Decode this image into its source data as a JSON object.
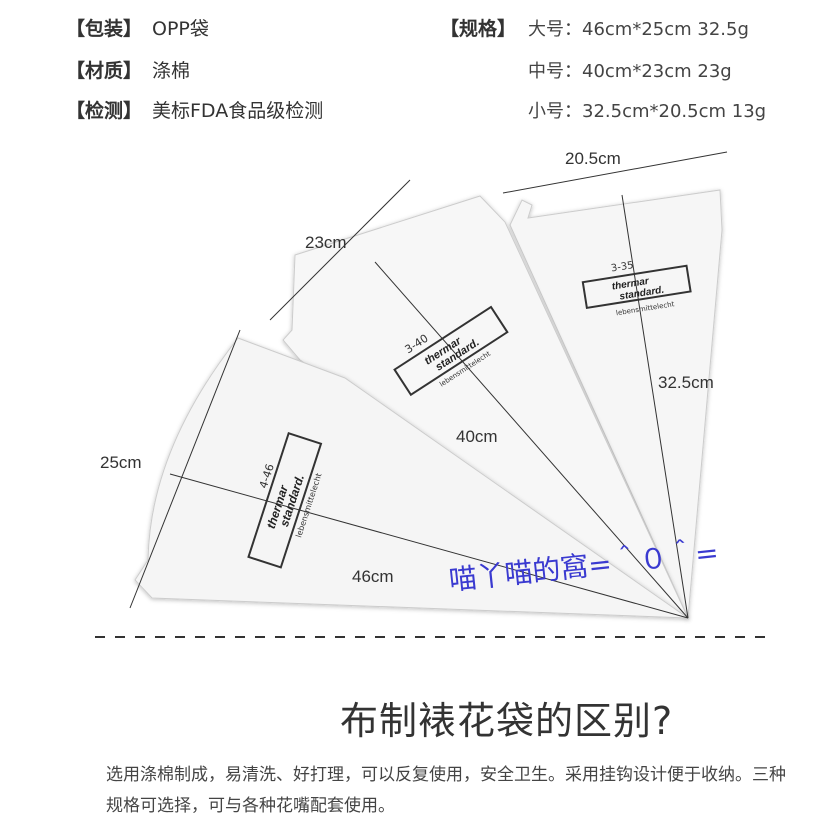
{
  "info": [
    {
      "label": "【包装】",
      "value": "OPP袋"
    },
    {
      "label": "【材质】",
      "value": "涤棉"
    },
    {
      "label": "【检测】",
      "value": "美标FDA食品级检测"
    }
  ],
  "specs": {
    "label": "【规格】",
    "items": [
      "大号：46cm*25cm  32.5g",
      "中号：40cm*23cm  23g",
      "小号：32.5cm*20.5cm  13g"
    ]
  },
  "dimensions": {
    "large_width": "25cm",
    "large_length": "46cm",
    "medium_width": "23cm",
    "medium_length": "40cm",
    "small_width": "20.5cm",
    "small_length": "32.5cm"
  },
  "logos": {
    "brand_line1": "thermar",
    "brand_line2": "standard.",
    "subtitle": "lebensmittelecht",
    "codes": [
      "4-46",
      "3-40",
      "3-35"
    ]
  },
  "watermark": "喵丫喵的窩=＾０＾=",
  "headline": "布制裱花袋的区别?",
  "description": "选用涤棉制成，易清洗、好打理，可以反复使用，安全卫生。采用挂钩设计便于收纳。三种规格可选择，可与各种花嘴配套使用。",
  "colors": {
    "watermark": "#3a3ad0",
    "bag": "#f6f6f6",
    "text": "#333333"
  }
}
